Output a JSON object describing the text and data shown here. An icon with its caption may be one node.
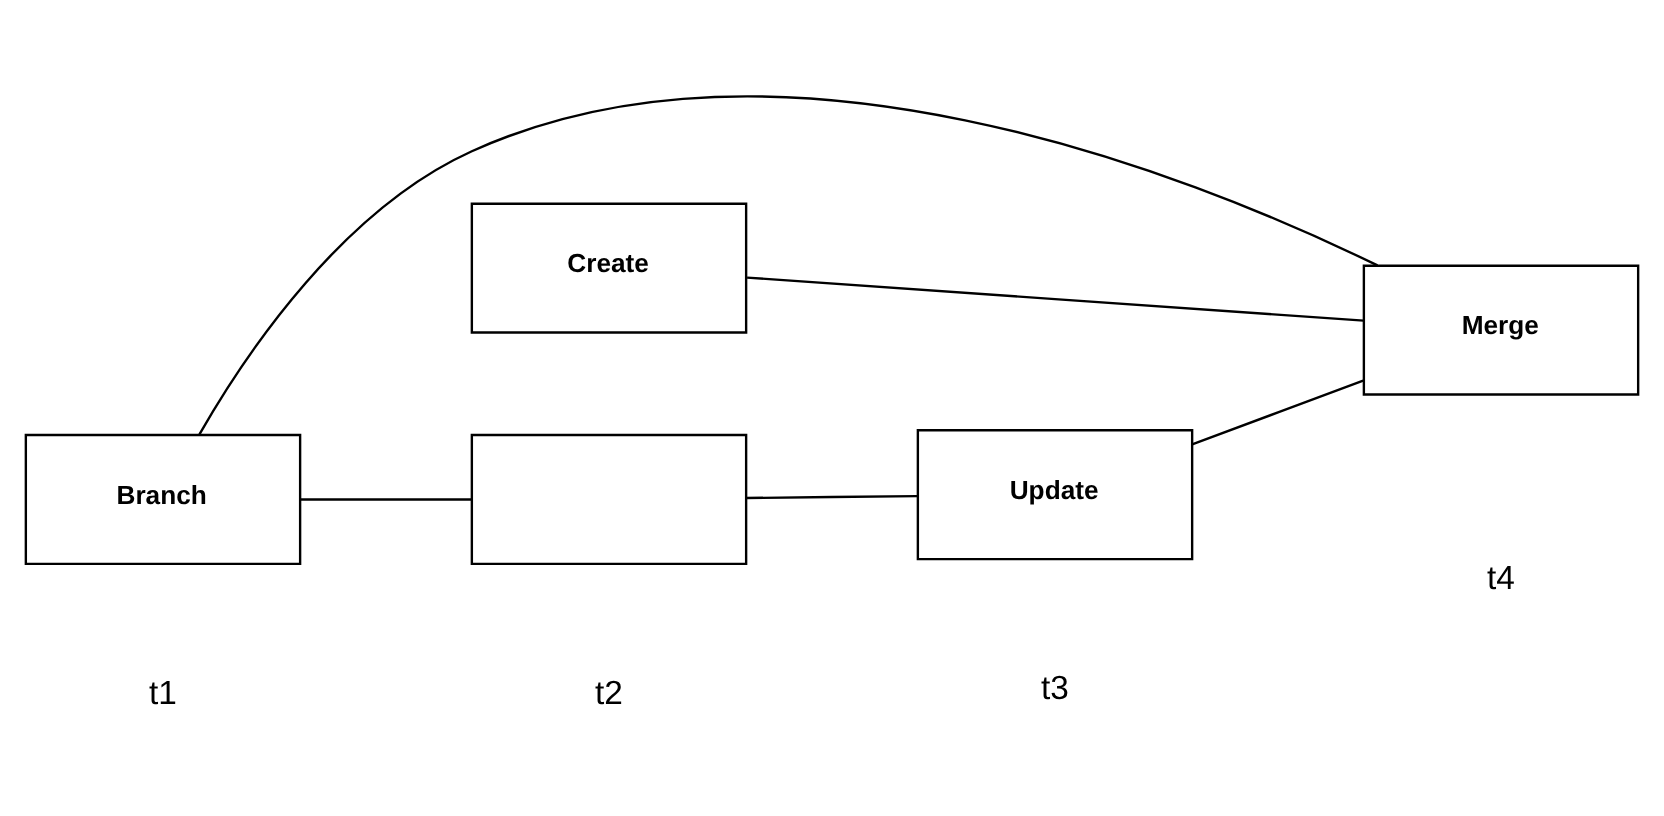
{
  "diagram": {
    "nodes": [
      {
        "text": [
          "Branch"
        ]
      },
      {
        "text": [
          "Create"
        ]
      },
      {
        "text": [],
        "shape": "box"
      },
      {
        "text": [
          "Update"
        ]
      },
      {
        "text": [
          "Merge"
        ]
      }
    ],
    "edges": [
      {
        "from": 0,
        "to": 2,
        "arrow": "none"
      },
      {
        "from": 0,
        "to": 4,
        "arrow": "none"
      },
      {
        "from": 1,
        "to": 4,
        "arrow": "none"
      },
      {
        "from": 2,
        "to": 3,
        "arrow": "none"
      },
      {
        "from": 3,
        "to": 4,
        "arrow": "none"
      }
    ],
    "labels": [
      "t1",
      "t2",
      "t3",
      "t4"
    ]
  }
}
